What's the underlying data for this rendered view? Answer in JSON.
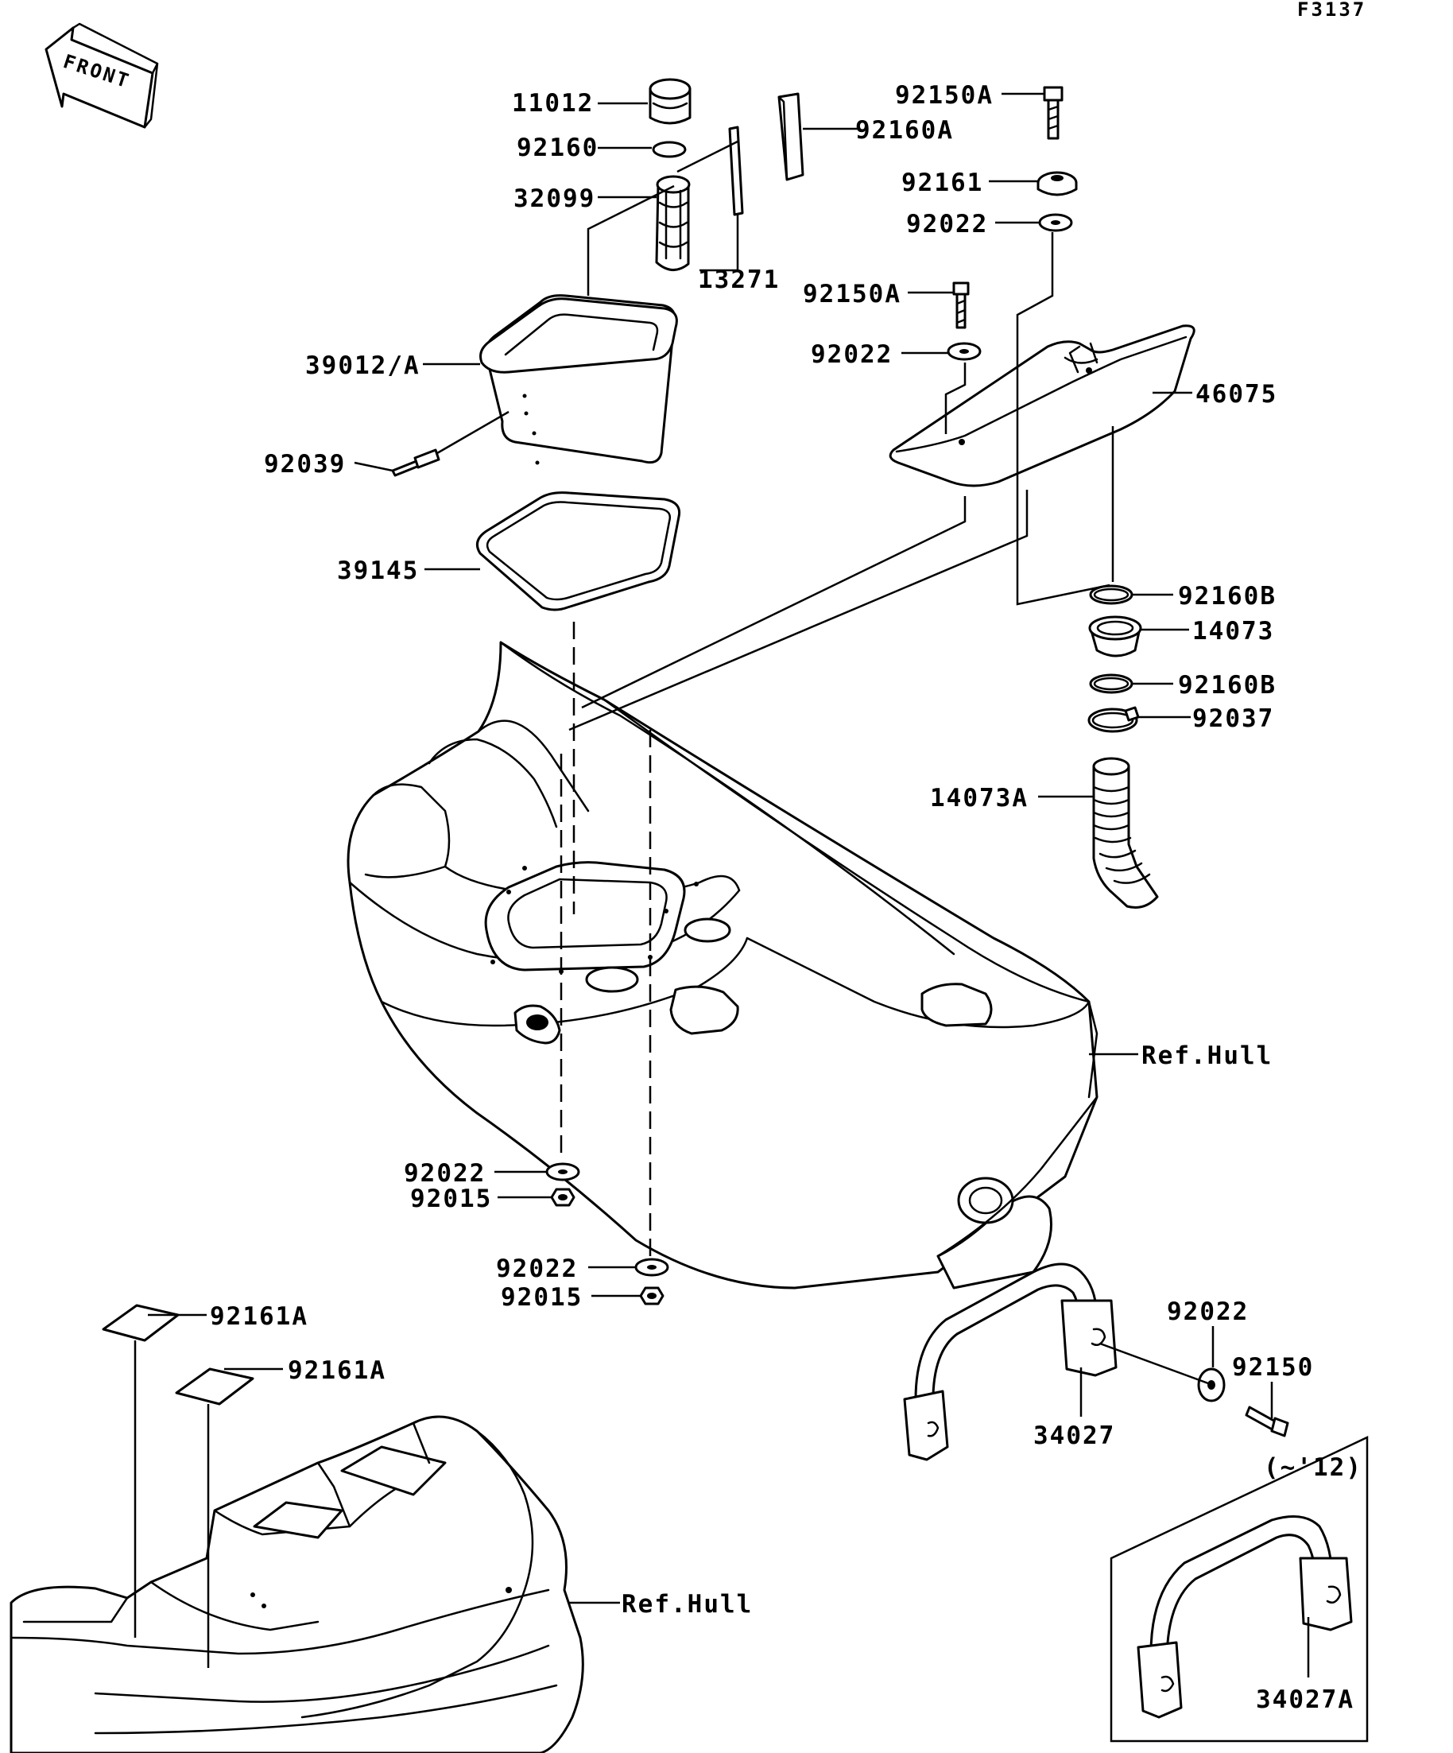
{
  "diagram_id": "F3137",
  "front_label": "FRONT",
  "parts": {
    "p11012": "11012",
    "p92160": "92160",
    "p32099": "32099",
    "p13271": "13271",
    "p39012A": "39012/A",
    "p92039": "92039",
    "p39145": "39145",
    "p92160A": "92160A",
    "p92150A_1": "92150A",
    "p92161": "92161",
    "p92022_1": "92022",
    "p92150A_2": "92150A",
    "p92022_2": "92022",
    "p46075": "46075",
    "p92160B_1": "92160B",
    "p14073": "14073",
    "p92160B_2": "92160B",
    "p92037": "92037",
    "p14073A": "14073A",
    "ref_hull_1": "Ref.Hull",
    "p92022_3": "92022",
    "p92015_1": "92015",
    "p92022_4": "92022",
    "p92015_2": "92015",
    "p92022_5": "92022",
    "p92150": "92150",
    "p34027": "34027",
    "p92161A_1": "92161A",
    "p92161A_2": "92161A",
    "ref_hull_2": "Ref.Hull",
    "variant_note": "(~'12)",
    "p34027A": "34027A"
  }
}
